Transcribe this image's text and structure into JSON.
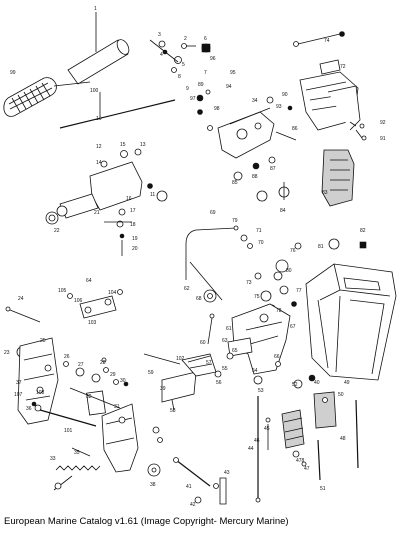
{
  "caption": "European Marine Catalog v1.61 (Image Copyright- Mercury Marine)",
  "callouts": [
    {
      "id": "c1",
      "label": "1"
    },
    {
      "id": "c3",
      "label": "3"
    },
    {
      "id": "c4",
      "label": "4"
    },
    {
      "id": "c2",
      "label": "2"
    },
    {
      "id": "c6",
      "label": "6"
    },
    {
      "id": "c5",
      "label": "5"
    },
    {
      "id": "c7",
      "label": "7"
    },
    {
      "id": "c99",
      "label": "99"
    },
    {
      "id": "c100",
      "label": "100"
    },
    {
      "id": "c10",
      "label": "10"
    },
    {
      "id": "c8",
      "label": "8"
    },
    {
      "id": "c74",
      "label": "74"
    },
    {
      "id": "c72",
      "label": "72"
    },
    {
      "id": "c95",
      "label": "95"
    },
    {
      "id": "c9",
      "label": "9"
    },
    {
      "id": "c89",
      "label": "89"
    },
    {
      "id": "c34",
      "label": "34"
    },
    {
      "id": "c93",
      "label": "93"
    },
    {
      "id": "c90",
      "label": "90"
    },
    {
      "id": "c92",
      "label": "92"
    },
    {
      "id": "c91",
      "label": "91"
    },
    {
      "id": "c86",
      "label": "86"
    },
    {
      "id": "c87",
      "label": "87"
    },
    {
      "id": "c88",
      "label": "88"
    },
    {
      "id": "c85",
      "label": "85"
    },
    {
      "id": "c83",
      "label": "83"
    },
    {
      "id": "c12",
      "label": "12"
    },
    {
      "id": "c15",
      "label": "15"
    },
    {
      "id": "c13",
      "label": "13"
    },
    {
      "id": "c14",
      "label": "14"
    },
    {
      "id": "c11",
      "label": "11"
    },
    {
      "id": "c21",
      "label": "21"
    },
    {
      "id": "c22",
      "label": "22"
    },
    {
      "id": "c16",
      "label": "16"
    },
    {
      "id": "c17",
      "label": "17"
    },
    {
      "id": "c18",
      "label": "18"
    },
    {
      "id": "c20",
      "label": "20"
    },
    {
      "id": "c19",
      "label": "19"
    },
    {
      "id": "c69",
      "label": "69"
    },
    {
      "id": "c70",
      "label": "70"
    },
    {
      "id": "c71",
      "label": "71"
    },
    {
      "id": "c81",
      "label": "81"
    },
    {
      "id": "c82",
      "label": "82"
    },
    {
      "id": "c76",
      "label": "76"
    },
    {
      "id": "c79",
      "label": "79"
    },
    {
      "id": "c80",
      "label": "80"
    },
    {
      "id": "c73",
      "label": "73"
    },
    {
      "id": "c75",
      "label": "75"
    },
    {
      "id": "c77",
      "label": "77"
    },
    {
      "id": "c64",
      "label": "64"
    },
    {
      "id": "c62",
      "label": "62"
    },
    {
      "id": "c24",
      "label": "24"
    },
    {
      "id": "c103",
      "label": "103"
    },
    {
      "id": "c104",
      "label": "104"
    },
    {
      "id": "c105",
      "label": "105"
    },
    {
      "id": "c68",
      "label": "68"
    },
    {
      "id": "c78",
      "label": "78"
    },
    {
      "id": "c60",
      "label": "60"
    },
    {
      "id": "c63",
      "label": "63"
    },
    {
      "id": "c65",
      "label": "65"
    },
    {
      "id": "c66",
      "label": "66"
    },
    {
      "id": "c67",
      "label": "67"
    },
    {
      "id": "c59",
      "label": "59"
    },
    {
      "id": "c25",
      "label": "25"
    },
    {
      "id": "c26",
      "label": "26"
    },
    {
      "id": "c27",
      "label": "27"
    },
    {
      "id": "c28",
      "label": "28"
    },
    {
      "id": "c29",
      "label": "29"
    },
    {
      "id": "c30",
      "label": "30"
    },
    {
      "id": "c102",
      "label": "102"
    },
    {
      "id": "c57",
      "label": "57"
    },
    {
      "id": "c56",
      "label": "56"
    },
    {
      "id": "c55",
      "label": "55"
    },
    {
      "id": "c53",
      "label": "53"
    },
    {
      "id": "c52",
      "label": "52"
    },
    {
      "id": "c40",
      "label": "40"
    },
    {
      "id": "c39",
      "label": "39"
    },
    {
      "id": "c37",
      "label": "37"
    },
    {
      "id": "c45",
      "label": "45"
    },
    {
      "id": "c107",
      "label": "107"
    },
    {
      "id": "c36",
      "label": "36"
    },
    {
      "id": "c108",
      "label": "108"
    },
    {
      "id": "c32",
      "label": "32"
    },
    {
      "id": "c31",
      "label": "31"
    },
    {
      "id": "c101",
      "label": "101"
    },
    {
      "id": "c35",
      "label": "35"
    },
    {
      "id": "c58",
      "label": "58"
    },
    {
      "id": "c46",
      "label": "46"
    },
    {
      "id": "c44",
      "label": "44"
    },
    {
      "id": "c47",
      "label": "47"
    },
    {
      "id": "c48",
      "label": "48"
    },
    {
      "id": "c49",
      "label": "49"
    },
    {
      "id": "c50",
      "label": "50"
    },
    {
      "id": "c51",
      "label": "51"
    },
    {
      "id": "c33",
      "label": "33"
    },
    {
      "id": "c38",
      "label": "38"
    },
    {
      "id": "c41",
      "label": "41"
    },
    {
      "id": "c42",
      "label": "42"
    },
    {
      "id": "c43",
      "label": "43"
    },
    {
      "id": "c61",
      "label": "61"
    },
    {
      "id": "c54",
      "label": "54"
    },
    {
      "id": "c84",
      "label": "84"
    },
    {
      "id": "c94",
      "label": "94"
    },
    {
      "id": "c96",
      "label": "96"
    },
    {
      "id": "c97",
      "label": "97"
    },
    {
      "id": "c98",
      "label": "98"
    },
    {
      "id": "c106",
      "label": "106"
    },
    {
      "id": "c23",
      "label": "23"
    },
    {
      "id": "c478",
      "label": "478"
    }
  ]
}
